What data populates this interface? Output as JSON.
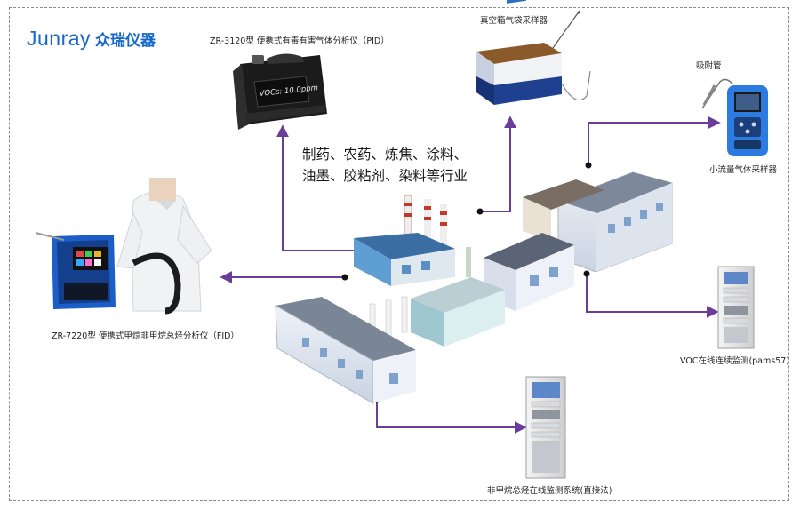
{
  "brand": {
    "name_en": "Junray",
    "name_cn": "众瑞仪器",
    "color": "#1768c8"
  },
  "industry_text": {
    "line1": "制药、农药、炼焦、涂料、",
    "line2": "油墨、胶粘剂、染料等行业"
  },
  "devices": {
    "pid": {
      "label": "ZR-3120型 便携式有毒有害气体分析仪（PID）",
      "screen_text": "VOCs: 10.0ppm"
    },
    "bag_sampler": {
      "label": "真空箱气袋采样器"
    },
    "small_sampler": {
      "label": "小流量气体采样器",
      "tube_label": "吸附管"
    },
    "fid": {
      "label": "ZR-7220型 便携式甲烷非甲烷总烃分析仪（FID）"
    },
    "voc_online": {
      "label": "VOC在线连续监测(pams57)"
    },
    "nmhc_online": {
      "label": "非甲烷总烃在线监测系统(直接法)"
    }
  },
  "colors": {
    "connector": "#6a3d9a",
    "panel_dark": "#1e1e1e",
    "factory_roof": "#6f7b8c",
    "factory_wall": "#dfe6f0"
  }
}
